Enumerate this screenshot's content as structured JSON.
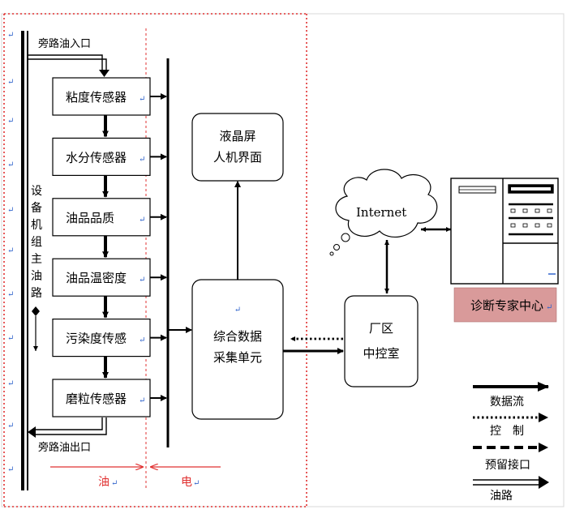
{
  "labels": {
    "bypass_in": "旁路油入口",
    "bypass_out": "旁路油出口",
    "main_pipe": "设备机组主油路",
    "oil": "油",
    "elec": "电"
  },
  "sensors": [
    "粘度传感器",
    "水分传感器",
    "油品品质",
    "油品温密度",
    "污染度传感",
    "磨粒传感器"
  ],
  "lcd": {
    "line1": "液晶屏",
    "line2": "人机界面"
  },
  "collector": {
    "line1": "综合数据",
    "line2": "采集单元"
  },
  "control_room": {
    "line1": "厂区",
    "line2": "中控室"
  },
  "internet": "Internet",
  "expert_center": "诊断专家中心",
  "legend": {
    "data_flow": "数据流",
    "control": "控　制",
    "reserved": "预留接口",
    "oil_path": "油路"
  },
  "colors": {
    "oil_boundary": "#e03030",
    "expert_fill": "#d99a9a",
    "return_mark": "#3366cc"
  }
}
